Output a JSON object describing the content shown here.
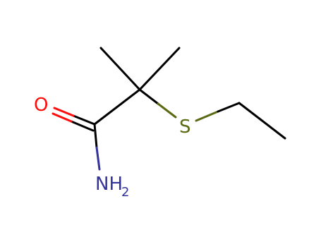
{
  "molecule": {
    "atoms": {
      "oxygen": {
        "symbol": "O",
        "color": "#ff0d0d"
      },
      "sulfur": {
        "symbol": "S",
        "color": "#5a6b14"
      },
      "nitrogen": {
        "symbol": "NH",
        "subscript": "2",
        "color": "#33339a"
      }
    },
    "bond_color": "#000000"
  }
}
